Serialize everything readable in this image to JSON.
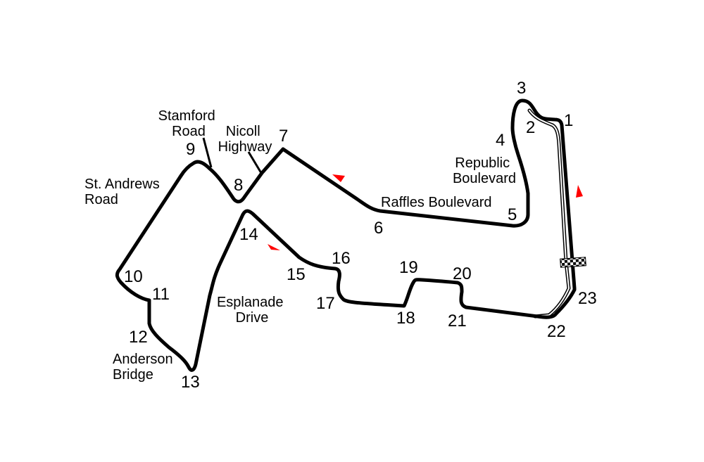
{
  "map": {
    "track_color": "#000000",
    "direction_arrow_color": "#ff0000",
    "background": "#ffffff",
    "corners": [
      "1",
      "2",
      "3",
      "4",
      "5",
      "6",
      "7",
      "8",
      "9",
      "10",
      "11",
      "12",
      "13",
      "14",
      "15",
      "16",
      "17",
      "18",
      "19",
      "20",
      "21",
      "22",
      "23"
    ],
    "streets": {
      "stamford": [
        "Stamford",
        "Road"
      ],
      "nicoll": [
        "Nicoll",
        "Highway"
      ],
      "republic": [
        "Republic",
        "Boulevard"
      ],
      "raffles": "Raffles Boulevard",
      "standrews": [
        "St. Andrews",
        "Road"
      ],
      "esplanade": [
        "Esplanade",
        "Drive"
      ],
      "anderson": [
        "Anderson",
        "Bridge"
      ]
    },
    "icons": [
      "direction-arrow-icon",
      "finish-line-icon"
    ]
  }
}
